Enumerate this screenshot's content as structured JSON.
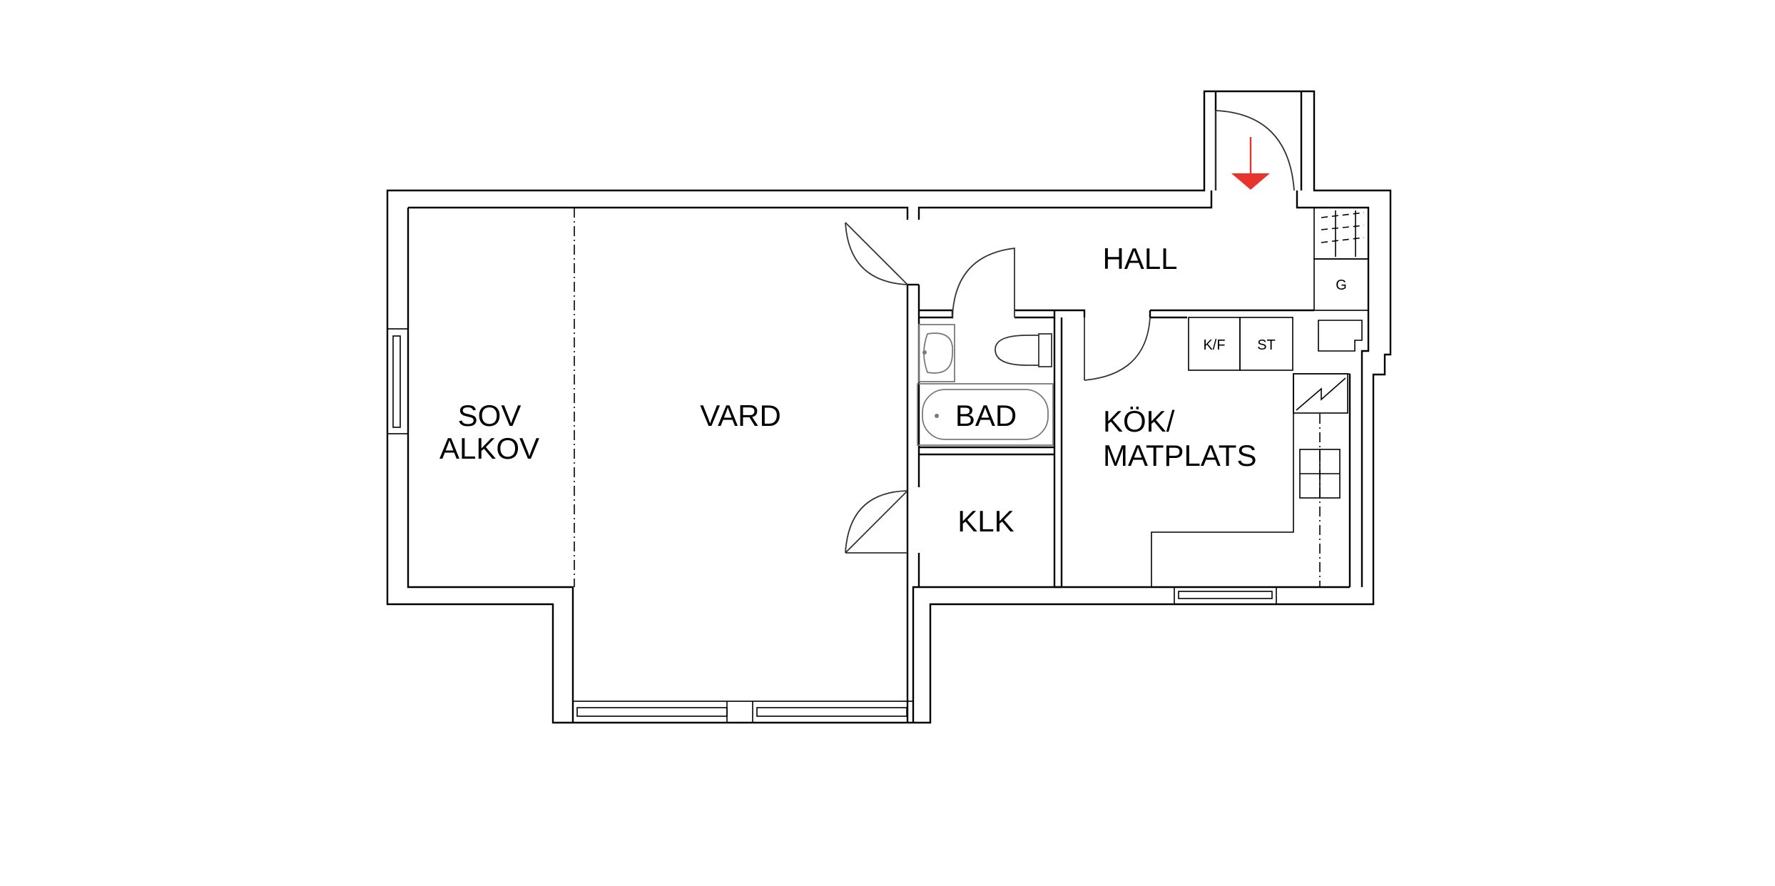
{
  "rooms": {
    "sov_line1": "SOV",
    "sov_line2": "ALKOV",
    "vard": "VARD",
    "hall": "HALL",
    "bad": "BAD",
    "klk": "KLK",
    "kok_line1": "KÖK/",
    "kok_line2": "MATPLATS"
  },
  "appliances": {
    "fridge_freezer": "K/F",
    "stove": "ST",
    "wardrobe": "G"
  },
  "colors": {
    "entrance_arrow": "#e8352b",
    "walls": "#000000",
    "fixtures": "#7a7a7a"
  }
}
